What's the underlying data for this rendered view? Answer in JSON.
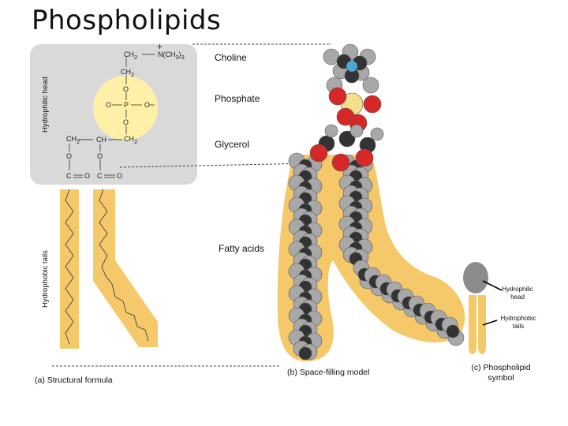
{
  "title": "Phospholipids",
  "axis_labels": {
    "hydrophilic_head": "Hydrophilic head",
    "hydrophobic_tails": "Hydrophobic tails"
  },
  "formula": {
    "ch2_top": "CH",
    "ch2_top_sub": "2",
    "nitrogen_plus": "+",
    "nitrogen": "N(CH",
    "nitrogen_sub": "3",
    "nitrogen_close": ")",
    "nitrogen_sub2": "3",
    "ch2_mid": "CH",
    "ch2_mid_sub": "2",
    "o_top": "O",
    "o_left": "O",
    "p": "P",
    "o_right": "O",
    "o_bottom": "O",
    "ch2_left": "CH",
    "ch2_left_sub": "2",
    "ch_center": "CH",
    "ch2_right": "CH",
    "ch2_right_sub": "2",
    "o_ester_left": "O",
    "o_ester_right": "O",
    "c_left": "C",
    "o_dbl_left": "O",
    "c_right": "C",
    "o_dbl_right": "O"
  },
  "components": {
    "choline": "Choline",
    "phosphate": "Phosphate",
    "glycerol": "Glycerol",
    "fatty_acids": "Fatty acids"
  },
  "captions": {
    "a": "(a) Structural formula",
    "b": "(b) Space-filling model",
    "c_line1": "(c) Phospholipid",
    "c_line2": "symbol"
  },
  "symbol_labels": {
    "head_line1": "Hydrophilic",
    "head_line2": "head",
    "tails_line1": "Hydrophobic",
    "tails_line2": "tails"
  },
  "colors": {
    "head_box": "#d9d9d9",
    "phosphate_circle": "#fff0a8",
    "tail_band": "#f5c96a",
    "carbon": "#333333",
    "hydrogen": "#a8a8a8",
    "oxygen": "#d62828",
    "nitrogen": "#4aa8d8",
    "symbol_head": "#8c8c8c"
  }
}
